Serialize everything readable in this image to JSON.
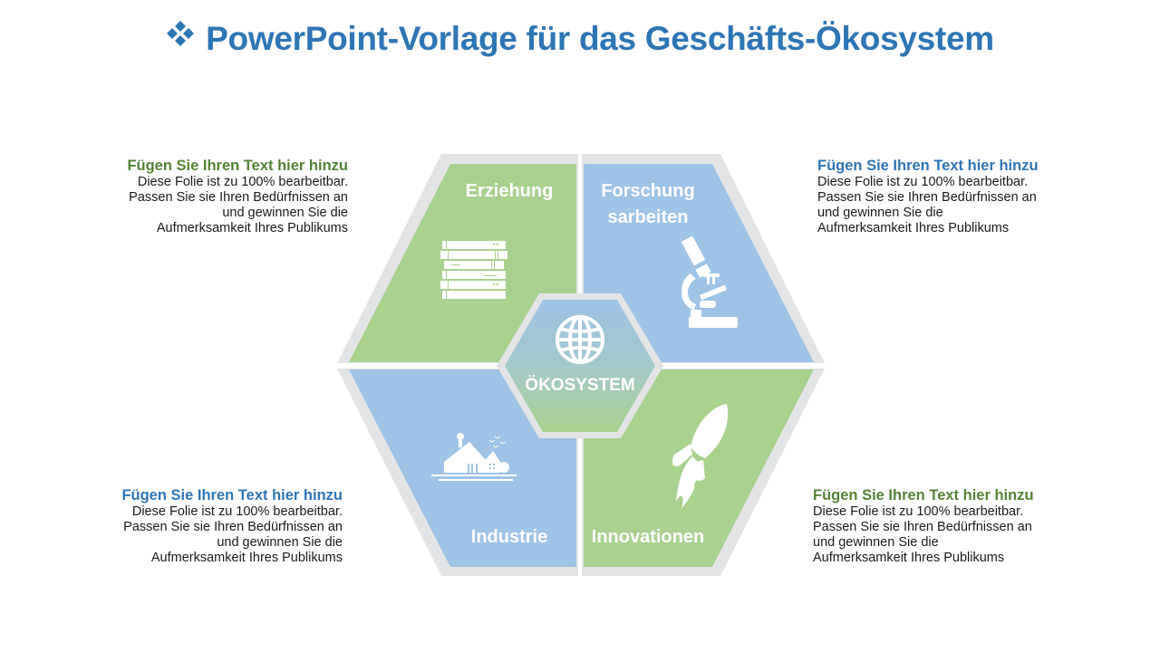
{
  "slide": {
    "title": "PowerPoint-Vorlage für das Geschäfts-Ökosystem",
    "title_bullet_icon": "diamond-cluster-icon",
    "colors": {
      "title_blue": "#2e75b6",
      "heading_green": "#548235",
      "heading_blue": "#2e75b6",
      "quadrant_green": "#a9d18e",
      "quadrant_blue": "#9dc3e6",
      "frame_grey": "#e3e4e6",
      "body_text": "#1a1a1a"
    }
  },
  "hexagon": {
    "center": {
      "label": "ÖKOSYSTEM",
      "icon": "globe-icon"
    },
    "quadrants": [
      {
        "position": "top-left",
        "label": "Erziehung",
        "icon": "server-stack-icon",
        "color": "green"
      },
      {
        "position": "top-right",
        "label_line1": "Forschung",
        "label_line2": "sarbeiten",
        "icon": "microscope-icon",
        "color": "blue"
      },
      {
        "position": "bottom-left",
        "label": "Industrie",
        "icon": "factory-house-icon",
        "color": "blue"
      },
      {
        "position": "bottom-right",
        "label": "Innovationen",
        "icon": "rocket-icon",
        "color": "green"
      }
    ]
  },
  "textboxes": [
    {
      "position": "top-left",
      "heading": "Fügen Sie Ihren Text hier hinzu",
      "lines": [
        "Diese  Folie ist zu 100% bearbeitbar.",
        "Passen Sie sie Ihren Bedürfnissen  an",
        "und gewinnen  Sie die",
        "Aufmerksamkeit Ihres Publikums"
      ]
    },
    {
      "position": "top-right",
      "heading": "Fügen Sie Ihren Text hier hinzu",
      "lines": [
        "Diese  Folie ist zu 100% bearbeitbar.",
        "Passen Sie sie Ihren Bedürfnissen  an",
        "und gewinnen  Sie die",
        "Aufmerksamkeit Ihres Publikums"
      ]
    },
    {
      "position": "bottom-left",
      "heading": "Fügen Sie Ihren Text hier hinzu",
      "lines": [
        "Diese  Folie ist zu 100% bearbeitbar.",
        "Passen Sie sie Ihren Bedürfnissen  an",
        "und gewinnen  Sie die",
        "Aufmerksamkeit Ihres Publikums"
      ]
    },
    {
      "position": "bottom-right",
      "heading": "Fügen Sie Ihren Text hier hinzu",
      "lines": [
        "Diese  Folie ist zu 100% bearbeitbar.",
        "Passen Sie sie Ihren Bedürfnissen  an",
        "und gewinnen  Sie die",
        "Aufmerksamkeit Ihres Publikums"
      ]
    }
  ]
}
